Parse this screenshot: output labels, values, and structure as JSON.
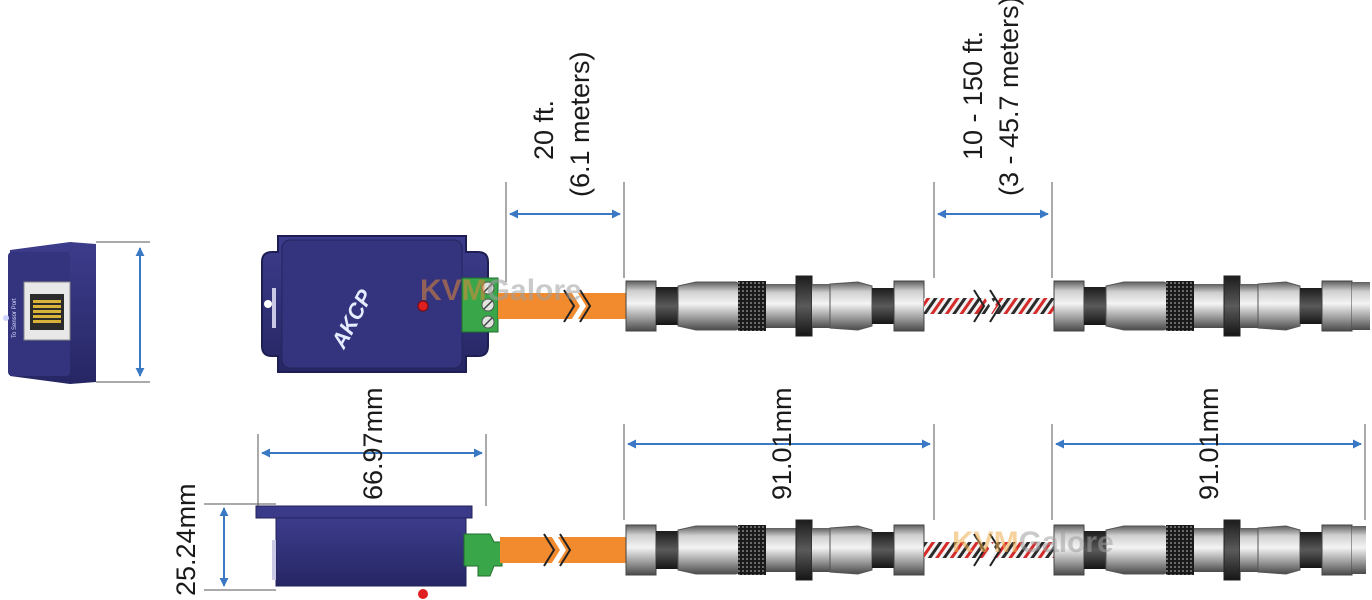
{
  "dimensions": {
    "cable_length_1": {
      "line1": "20 ft.",
      "line2": "(6.1 meters)"
    },
    "cable_length_2": {
      "line1": "10 - 150 ft.",
      "line2": "(3 - 45.7 meters)"
    },
    "unit_width": "66.97mm",
    "unit_height": "25.24mm",
    "connector_length_1": "91.01mm",
    "connector_length_2": "91.01mm"
  },
  "labels": {
    "rj45_port": "To Sensor Port",
    "brand_logo": "AKCP",
    "watermark_1": {
      "a": "KVM",
      "b": "Galore"
    },
    "watermark_2": {
      "a": "KVM",
      "b": "Galore"
    }
  },
  "colors": {
    "device_body": "#2f2f7a",
    "orange_cable": "#f28a2e",
    "terminal_green": "#3aa64a",
    "dimension_arrow": "#3b78c4",
    "status_led": "#e02020"
  }
}
